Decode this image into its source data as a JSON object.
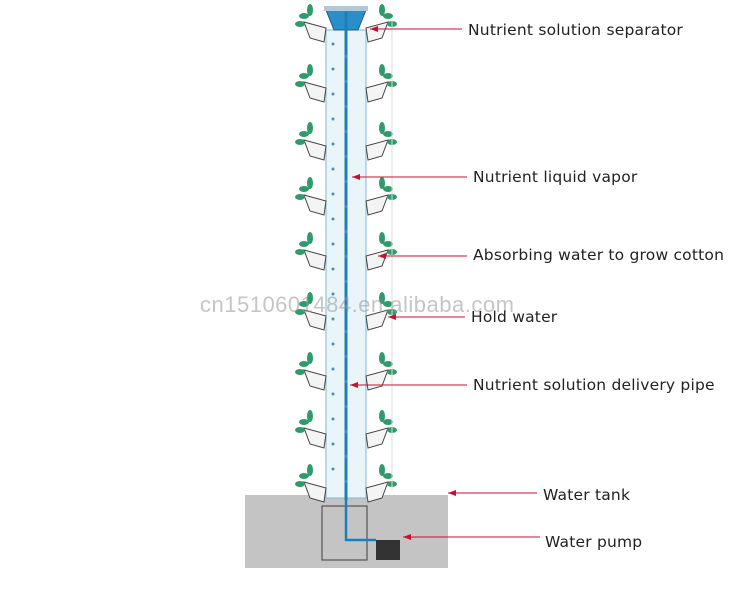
{
  "labels": {
    "separator": "Nutrient solution separator",
    "vapor": "Nutrient liquid vapor",
    "absorbing": "Absorbing water to grow cotton",
    "hold": "Hold water",
    "delivery": "Nutrient solution delivery pipe",
    "tank": "Water tank",
    "pump": "Water pump"
  },
  "watermark": "cn1510601484.en.alibaba.com",
  "colors": {
    "arrow": "#c8102e",
    "pipe": "#1e7fb8",
    "tower_fill": "#eaf5f9",
    "tank": "#c4c4c4",
    "leaf": "#2f9a6a"
  }
}
